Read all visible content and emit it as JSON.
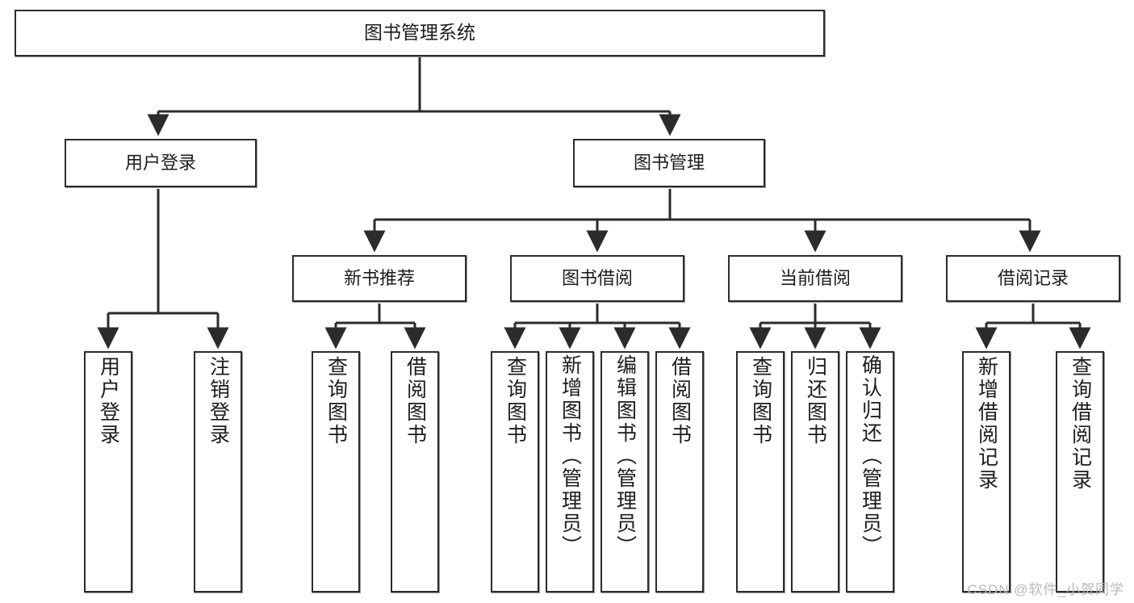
{
  "diagram": {
    "title": "图书管理系统",
    "type": "功能结构图",
    "root": {
      "label": "图书管理系统"
    },
    "level2": [
      {
        "label": "用户登录"
      },
      {
        "label": "图书管理"
      }
    ],
    "level3": [
      {
        "label": "新书推荐"
      },
      {
        "label": "图书借阅"
      },
      {
        "label": "当前借阅"
      },
      {
        "label": "借阅记录"
      }
    ],
    "leaves": {
      "user_login": [
        {
          "label": "用户登录"
        },
        {
          "label": "注销登录"
        }
      ],
      "new_book_recommend": [
        {
          "label": "查询图书"
        },
        {
          "label": "借阅图书"
        }
      ],
      "book_borrow": [
        {
          "label": "查询图书"
        },
        {
          "label": "新增图书（管理员）"
        },
        {
          "label": "编辑图书（管理员）"
        },
        {
          "label": "借阅图书"
        }
      ],
      "current_borrow": [
        {
          "label": "查询图书"
        },
        {
          "label": "归还图书"
        },
        {
          "label": "确认归还（管理员）"
        }
      ],
      "borrow_record": [
        {
          "label": "新增借阅记录"
        },
        {
          "label": "查询借阅记录"
        }
      ]
    }
  },
  "watermark": {
    "text": "CSDN @软件_小贺同学"
  },
  "colors": {
    "border": "#2b2b2b",
    "text": "#1c1c1c",
    "background": "#ffffff",
    "shadow": "#9a9a9a",
    "watermark": "#b9b9b9"
  }
}
